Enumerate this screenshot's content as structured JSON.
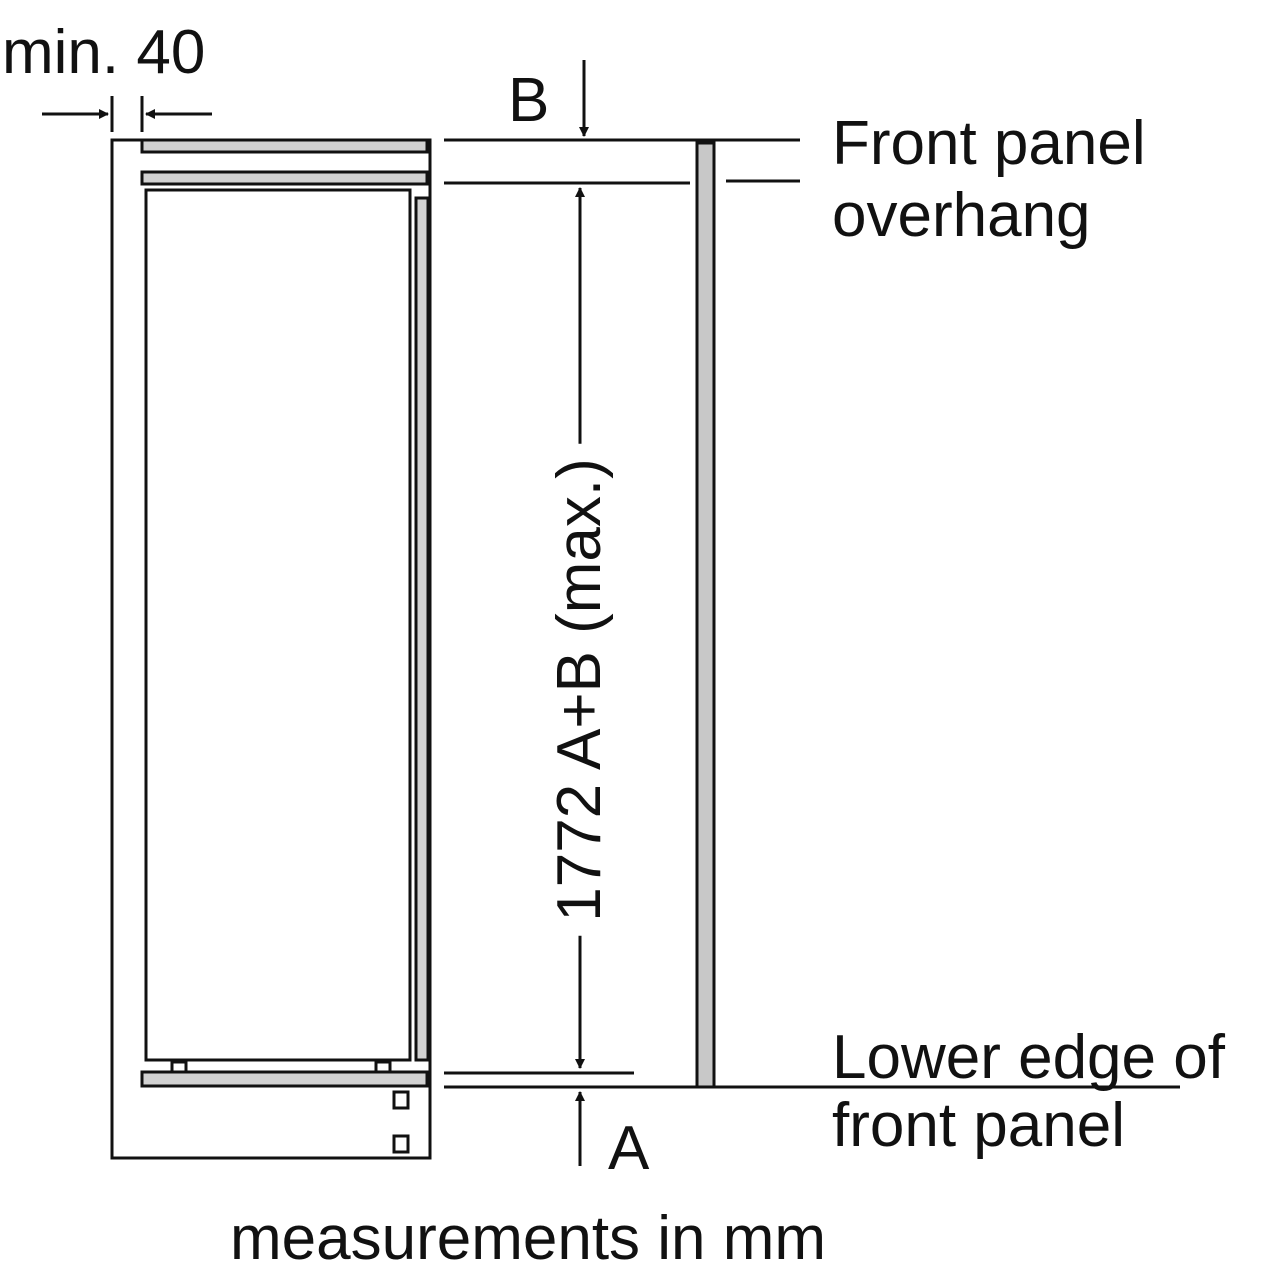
{
  "labels": {
    "min_clearance": "min. 40",
    "b_marker": "B",
    "a_marker": "A",
    "height_dimension": "1772 A+B (max.)",
    "front_panel_overhang": [
      "Front panel",
      "overhang"
    ],
    "lower_edge": [
      "Lower edge of",
      "front panel"
    ],
    "units_note": "measurements in mm"
  },
  "colors": {
    "line": "#111111",
    "panel_fill": "#c8c8c8",
    "background": "#ffffff"
  }
}
